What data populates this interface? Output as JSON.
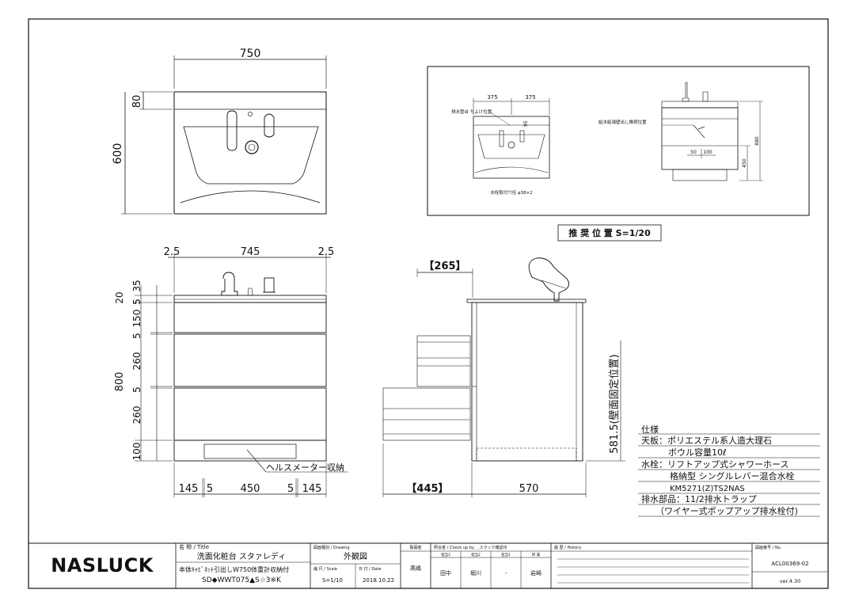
{
  "front_view": {
    "dim_total_width": "750",
    "dim_top_height": "80",
    "dim_total_depth": "600"
  },
  "elevation": {
    "dim_left_gap": "2.5",
    "dim_inner_width": "745",
    "dim_right_gap": "2.5",
    "vdim_top_20": "20",
    "vdim_top_35": "35",
    "vdim_5a": "5",
    "vdim_150": "150",
    "vdim_5b": "5",
    "vdim_260a": "260",
    "vdim_800": "800",
    "vdim_5c": "5",
    "vdim_260b": "260",
    "vdim_100": "100",
    "bottom_dims": [
      "145",
      "5",
      "450",
      "5",
      "145"
    ],
    "health_meter_label": "ヘルスメーター収納"
  },
  "side_view": {
    "dim_265": "【265】",
    "dim_445": "【445】",
    "dim_570": "570",
    "dim_wall": "581.5(壁面固定位置)"
  },
  "recommended": {
    "dim_375a": "375",
    "dim_375b": "375",
    "dim_95": "95",
    "dim_50": "50",
    "dim_100": "100",
    "dim_880": "880",
    "dim_450": "450",
    "note_faucet": "排水管台 ちよけ位置",
    "note_drain": "給水給湯壁出し推奨位置",
    "note_hole": "水栓取付穴径 φ38×2",
    "label": "推 奨 位 置 S=1/20"
  },
  "specs": {
    "title": "仕様",
    "lines": [
      "天板：ポリエステル系人造大理石",
      "ボウル容量10ℓ",
      "水栓：リフトアップ式シャワーホース",
      "格納型 シングルレバー混合水栓",
      "KM5271(Z)TS2NAS",
      "排水部品：11/2排水トラップ",
      "（ワイヤー式ポップアップ排水栓付)"
    ]
  },
  "title_block": {
    "logo": "NASLUCK",
    "name_header": "名 称 / Title",
    "name_line1": "洗面化粧台 スタァレディ",
    "name_line2": "本体ｷｬﾋﾞﾈｯﾄ引出しW750体重計収納付",
    "name_line3": "SD◆WWT075▲S☆3※K",
    "drawing_header": "図面種別 / Drawing",
    "drawing_type": "外観図",
    "scale_header": "縮 尺 / Scale",
    "scale_value": "S=1/10",
    "date_header": "日 付 / Date",
    "date_value": "2018.10.22",
    "drawn_header": "製図者",
    "drawn_value": "髙嶋",
    "check_header": "照合者 / Check up by ＿スラック確認印",
    "check_sub": [
      "担当3",
      "担当2",
      "担当1",
      "所 属"
    ],
    "check_values": [
      "田中",
      "堀川",
      "-",
      "岩崎"
    ],
    "history_header": "履 歴 / History",
    "no_header": "図面番号 / No.",
    "doc_no": "ACL00369-02",
    "version": "ver.4.30"
  }
}
